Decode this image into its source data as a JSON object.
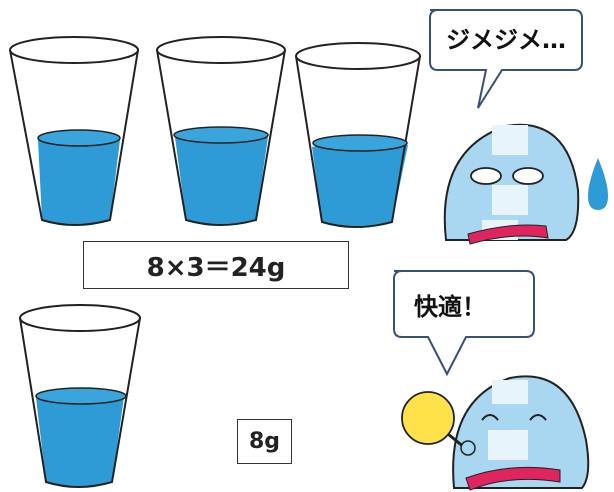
{
  "equation_label": "8×3＝24g",
  "single_cup_label": "8g",
  "speech_humid": "ジメジメ…",
  "speech_comfortable": "快適！",
  "colors": {
    "water": "#2f9bd6",
    "cup_outline": "#222222",
    "character_body": "#a9d6f0",
    "character_stripe": "#e8f4fb",
    "scarf": "#e0245e",
    "fan": "#ffe14a",
    "sweat_drop": "#2f9bd6"
  }
}
